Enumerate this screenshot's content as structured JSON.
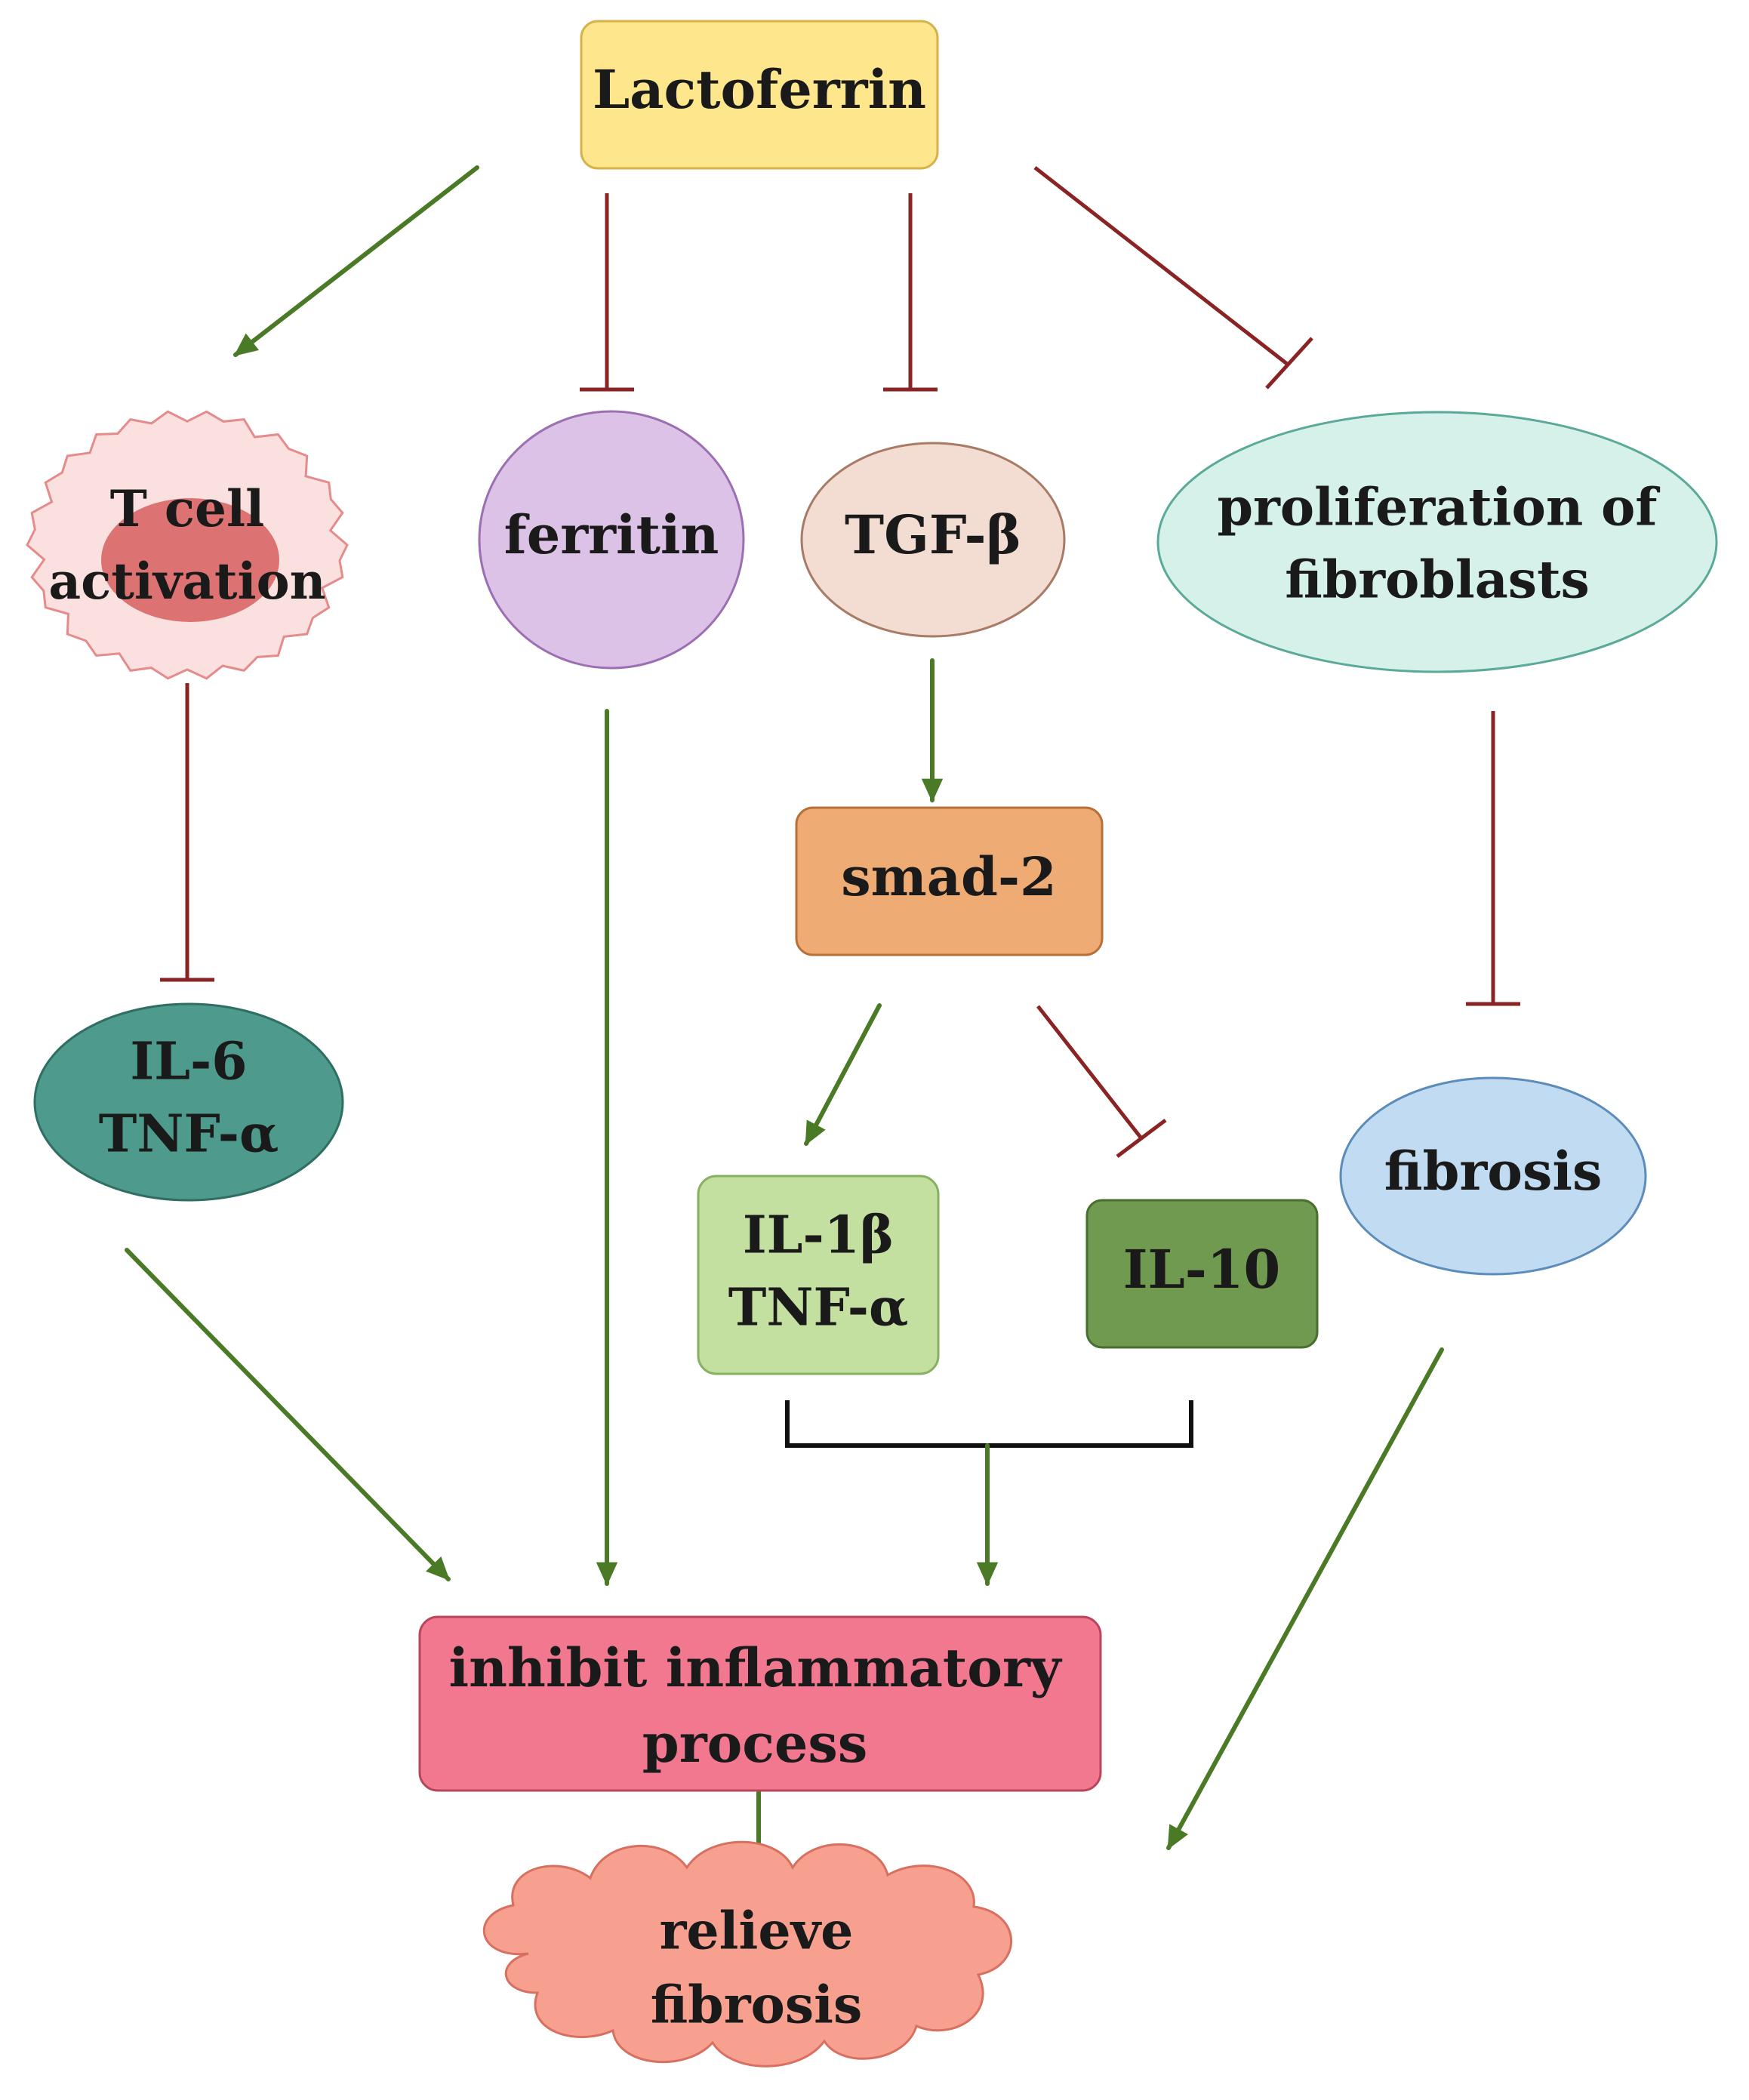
{
  "nodes": {
    "lactoferrin": {
      "lines": [
        "Lactoferrin"
      ],
      "fill": "#fde68c",
      "stroke": "#d7b24a"
    },
    "tcell": {
      "lines": [
        "T cell",
        "activation"
      ],
      "fill": "#fbe0e0",
      "stroke": "#e58b8b",
      "nucleus": "#d96666"
    },
    "ferritin": {
      "lines": [
        "ferritin"
      ],
      "fill": "#dcc2e6",
      "stroke": "#9b6fb2"
    },
    "tgfb": {
      "lines": [
        "TGF-β"
      ],
      "fill": "#f3ddd3",
      "stroke": "#a87b66"
    },
    "prolif": {
      "lines": [
        "proliferation of",
        "fibroblasts"
      ],
      "fill": "#d6f0ea",
      "stroke": "#5aa999"
    },
    "smad2": {
      "lines": [
        "smad-2"
      ],
      "fill": "#eeab74",
      "stroke": "#b7703a"
    },
    "il6": {
      "lines": [
        "IL-6",
        "TNF-α"
      ],
      "fill": "#4e9b8d",
      "stroke": "#2f6e62"
    },
    "il1b": {
      "lines": [
        "IL-1β",
        "TNF-α"
      ],
      "fill": "#c4e0a0",
      "stroke": "#87b060"
    },
    "il10": {
      "lines": [
        "IL-10"
      ],
      "fill": "#6f9a4f",
      "stroke": "#4a6e30"
    },
    "fibrosis": {
      "lines": [
        "fibrosis"
      ],
      "fill": "#c1dcf2",
      "stroke": "#5c8cba"
    },
    "inhibit": {
      "lines": [
        "inhibit inflammatory",
        "process"
      ],
      "fill": "#f27890",
      "stroke": "#b9455b"
    },
    "relieve": {
      "lines": [
        "relieve",
        "fibrosis"
      ],
      "fill": "#f7a090",
      "stroke": "#d77060"
    }
  },
  "colors": {
    "activation_arrow": "#4a7a26",
    "inhibition_line": "#8a2424",
    "bracket": "#111111"
  },
  "edges": [
    {
      "from": "lactoferrin",
      "to": "tcell",
      "type": "activation"
    },
    {
      "from": "lactoferrin",
      "to": "ferritin",
      "type": "inhibition"
    },
    {
      "from": "lactoferrin",
      "to": "tgfb",
      "type": "inhibition"
    },
    {
      "from": "lactoferrin",
      "to": "prolif",
      "type": "inhibition"
    },
    {
      "from": "tcell",
      "to": "il6",
      "type": "inhibition"
    },
    {
      "from": "tgfb",
      "to": "smad2",
      "type": "activation"
    },
    {
      "from": "smad2",
      "to": "il1b",
      "type": "activation"
    },
    {
      "from": "smad2",
      "to": "il10",
      "type": "inhibition"
    },
    {
      "from": "prolif",
      "to": "fibrosis",
      "type": "inhibition"
    },
    {
      "from": "il6",
      "to": "inhibit",
      "type": "activation"
    },
    {
      "from": "ferritin",
      "to": "inhibit",
      "type": "activation"
    },
    {
      "from": "il1b+il10",
      "to": "inhibit",
      "type": "activation"
    },
    {
      "from": "fibrosis",
      "to": "relieve",
      "type": "activation"
    },
    {
      "from": "inhibit",
      "to": "relieve",
      "type": "activation"
    }
  ]
}
